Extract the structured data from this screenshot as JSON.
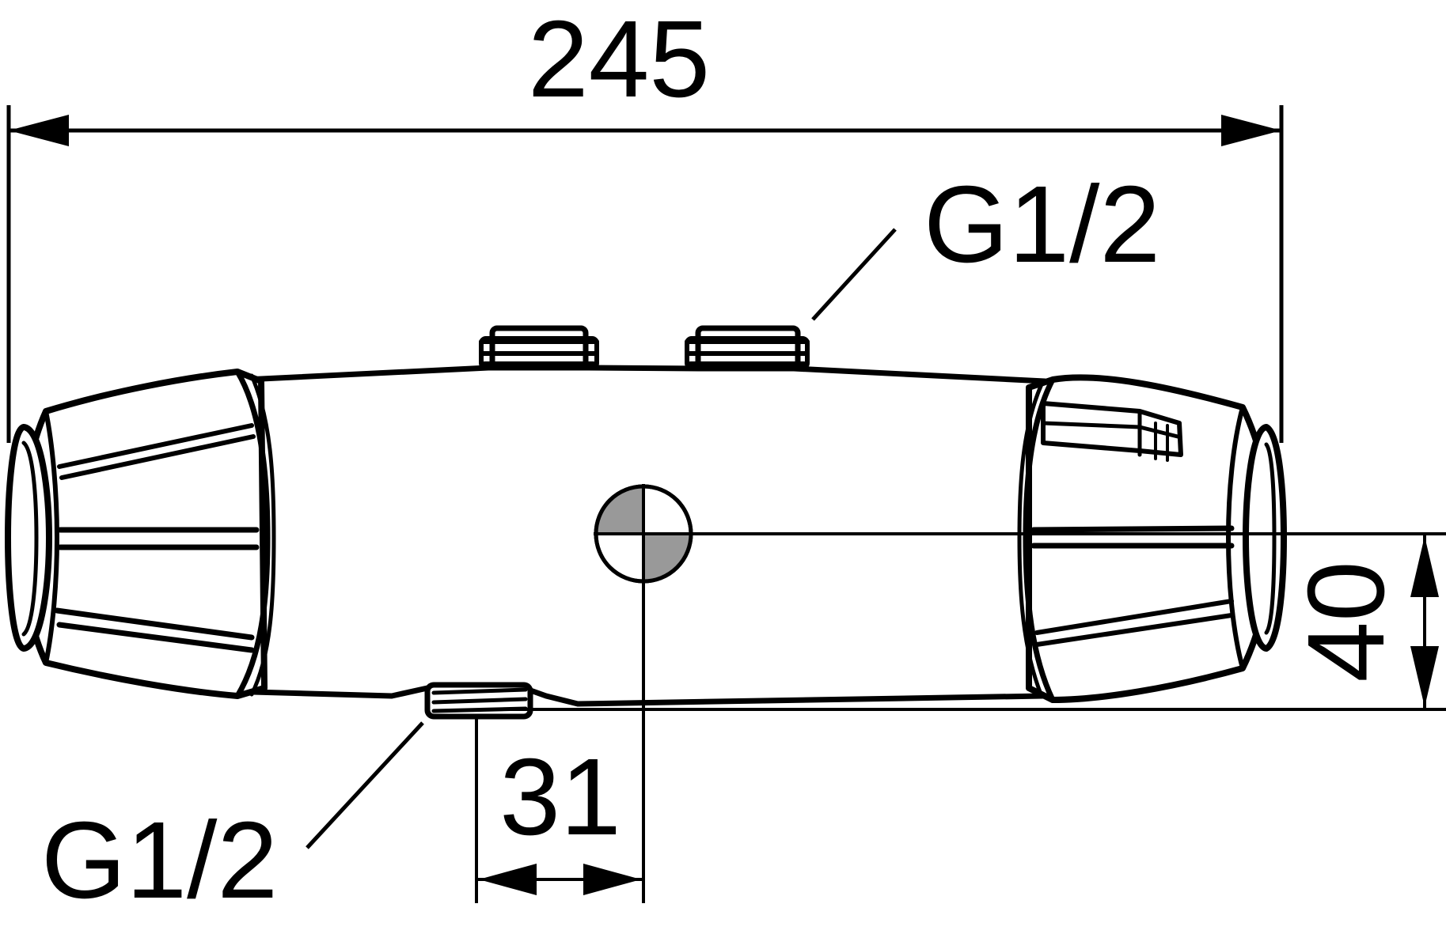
{
  "dimensions": {
    "overall_length": "245",
    "height": "40",
    "offset": "31"
  },
  "threads": {
    "top_connection": "G1/2",
    "bottom_connection": "G1/2"
  },
  "colors": {
    "line": "#000000",
    "background": "#ffffff",
    "center_marker_fill": "#999999"
  }
}
